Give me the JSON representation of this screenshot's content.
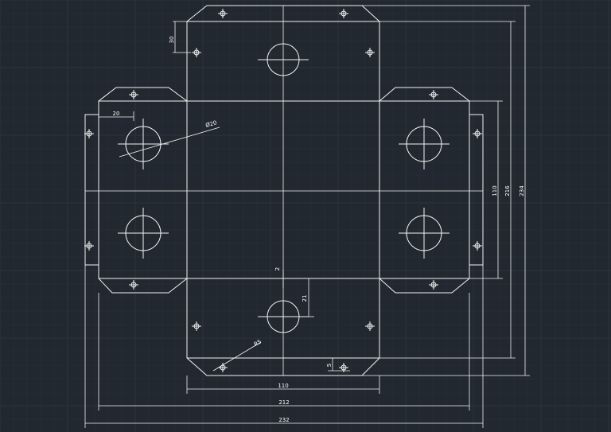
{
  "colors": {
    "background": "#212830",
    "grid_major": "#2b3440",
    "grid_minor": "#252d36",
    "line": "#f2f2f2"
  },
  "dimensions": {
    "d_30": "30",
    "d_20": "20",
    "d_phi20": "Ø20",
    "d_2": "2",
    "d_21": "21",
    "d_r5": "R5",
    "d_5": "5",
    "d_110_bottom": "110",
    "d_212": "212",
    "d_232": "232",
    "d_110_right": "110",
    "d_216": "216",
    "d_234": "234"
  }
}
